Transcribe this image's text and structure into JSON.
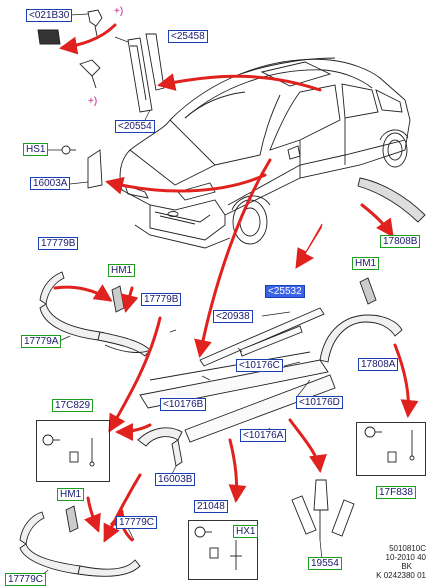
{
  "labels": {
    "c021b30": "<021B30",
    "c25458": "<25458",
    "c20554": "<20554",
    "hs1": "HS1",
    "c16003a": "16003A",
    "c17779b_top": "17779B",
    "hm1_left": "HM1",
    "c17779b_right": "17779B",
    "c17779a": "17779A",
    "hm1_right": "HM1",
    "c17808b": "17808B",
    "c25532": "<25532",
    "c20938": "<20938",
    "c10176c": "<10176C",
    "c17808a": "17808A",
    "c10176b": "<10176B",
    "c10176d": "<10176D",
    "c17c829": "17C829",
    "c10176a": "<10176A",
    "c16003b": "16003B",
    "c17f838": "17F838",
    "hm1_bottom": "HM1",
    "c21048": "21048",
    "c17779c_right": "17779C",
    "hx1": "HX1",
    "c17779c": "17779C",
    "c19554": "19554"
  },
  "plus_marks": [
    "+)",
    "+)"
  ],
  "ref_note": [
    "5010810C",
    "10-2010 40",
    "BK",
    "K 0242380 01"
  ],
  "colors": {
    "label_border_blue": "#1a3fb5",
    "label_border_green": "#1e9e1e",
    "highlight": "#3b63e8",
    "arrow_red": "#e0211d",
    "line_art": "#222222"
  }
}
